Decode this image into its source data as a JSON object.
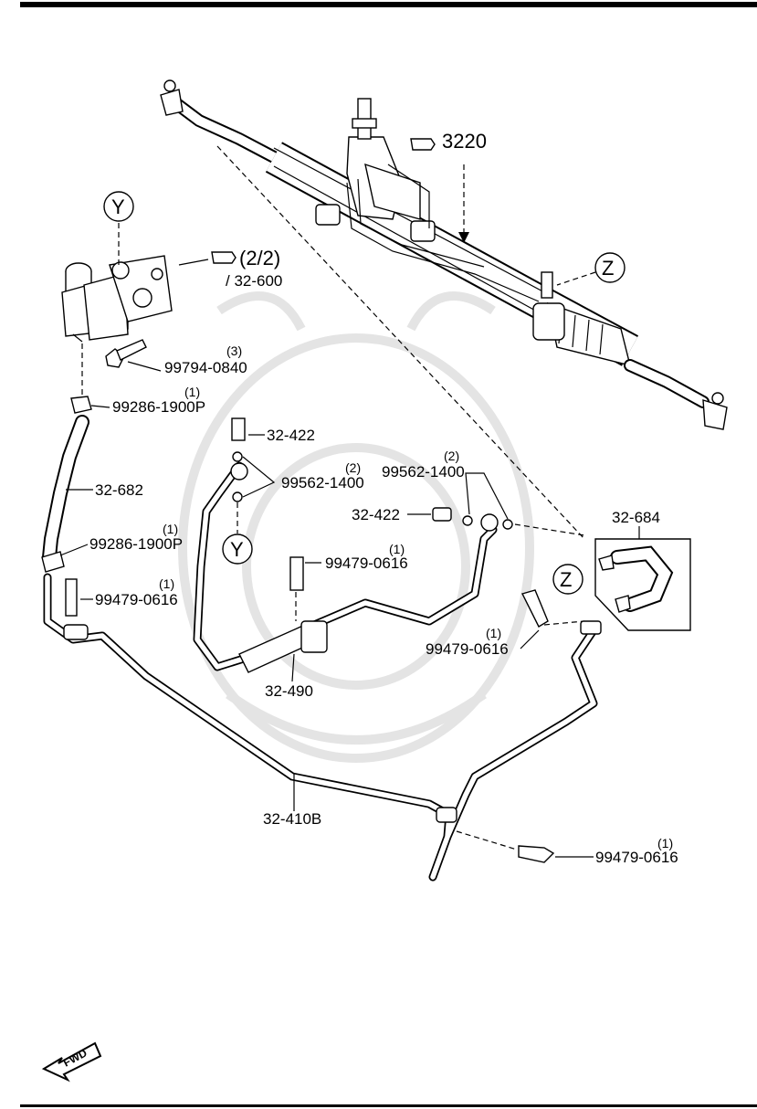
{
  "labels": {
    "ref_3220": "3220",
    "ref_2_2": "(2/2)",
    "ref_32_600": "/ 32-600",
    "callout_y": "Y",
    "callout_z": "Z",
    "p_99794_0840": "99794-0840",
    "q_99794_0840": "(3)",
    "p_99286_top": "99286-1900P",
    "q_99286_top": "(1)",
    "p_32_682": "32-682",
    "p_99286_bot": "99286-1900P",
    "q_99286_bot": "(1)",
    "p_99479_left": "99479-0616",
    "q_99479_left": "(1)",
    "p_32_422_a": "32-422",
    "p_99562_left": "99562-1400",
    "q_99562_left": "(2)",
    "p_99562_right": "99562-1400",
    "q_99562_right": "(2)",
    "p_32_422_b": "32-422",
    "p_99479_mid": "99479-0616",
    "q_99479_mid": "(1)",
    "p_32_684": "32-684",
    "p_99479_right": "99479-0616",
    "q_99479_right": "(1)",
    "p_32_490": "32-490",
    "p_32_410b": "32-410B",
    "p_99479_bottom": "99479-0616",
    "q_99479_bottom": "(1)",
    "fwd": "FWD"
  }
}
